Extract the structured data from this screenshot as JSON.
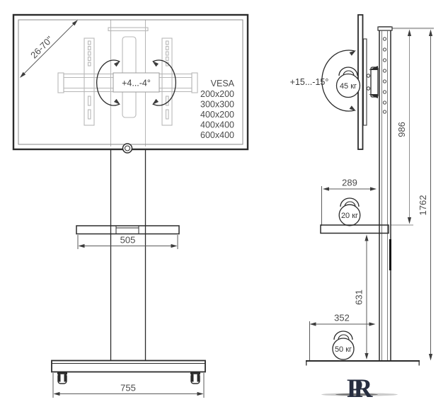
{
  "front_view": {
    "diagonal_range": "26-70\"",
    "swivel_angle": "+4...-4°",
    "vesa": {
      "title": "VESA",
      "sizes": [
        "200x200",
        "300x300",
        "400x200",
        "400x400",
        "600x400"
      ]
    },
    "shelf_width_mm": "505",
    "base_width_mm": "755"
  },
  "side_view": {
    "tilt_angle": "+15...-15°",
    "max_tv_weight": "45 кг",
    "max_shelf_weight": "20 кг",
    "max_base_weight": "50 кг",
    "mount_height_mm": "986",
    "total_height_mm": "1762",
    "shelf_height_mm": "631",
    "shelf_depth_mm": "289",
    "base_depth_mm": "352"
  },
  "logo_text": "PR",
  "colors": {
    "object_line": "#2b2b2b",
    "bracket_line": "#b8b8b8",
    "dimension_text": "#4a4a4a",
    "reference_gray": "#b3b3b3",
    "logo": "#272e40"
  }
}
